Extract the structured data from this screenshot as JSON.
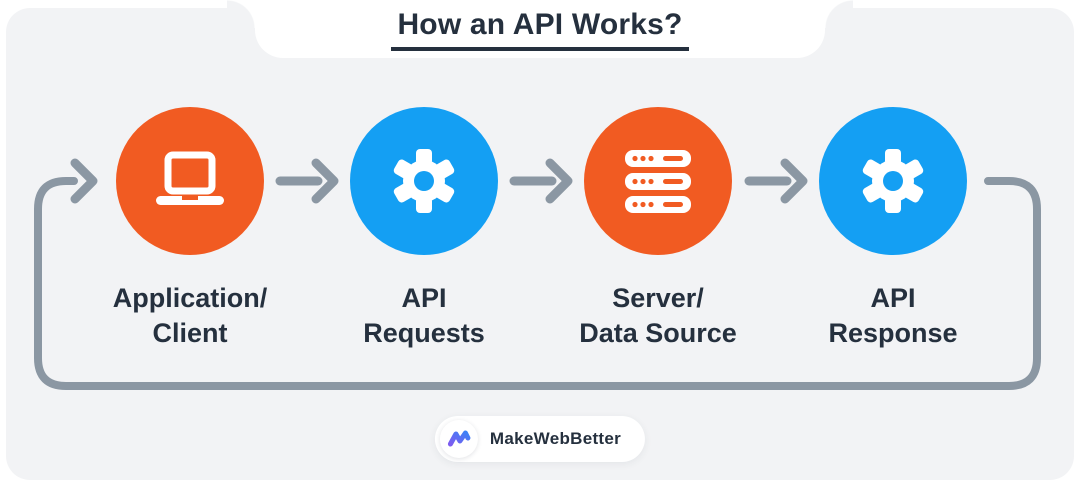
{
  "title": "How an API Works?",
  "steps": [
    {
      "label_line1": "Application/",
      "label_line2": "Client",
      "icon": "laptop-icon",
      "circle_color": "#F15B22"
    },
    {
      "label_line1": "API",
      "label_line2": "Requests",
      "icon": "gear-icon",
      "circle_color": "#149FF3"
    },
    {
      "label_line1": "Server/",
      "label_line2": "Data Source",
      "icon": "server-icon",
      "circle_color": "#F15B22"
    },
    {
      "label_line1": "API",
      "label_line2": "Response",
      "icon": "gear-icon",
      "circle_color": "#149FF3"
    }
  ],
  "flow": {
    "direction": "left-to-right with return loop",
    "arrow_count": 4
  },
  "footer": {
    "brand": "MakeWebBetter"
  },
  "colors": {
    "orange": "#F15B22",
    "blue": "#149FF3",
    "arrow_gray": "#8B97A3",
    "ink": "#25303E",
    "card_bg": "#F2F3F5",
    "logo_purple": "#7C5CF0",
    "logo_blue": "#3B82F6"
  }
}
